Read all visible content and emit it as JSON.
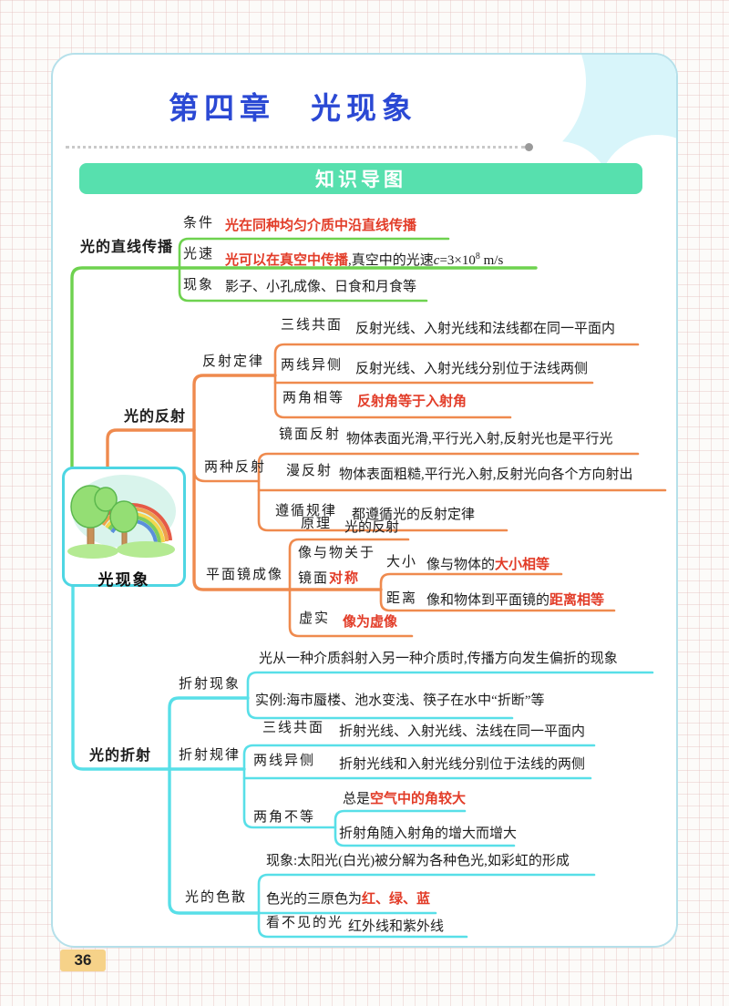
{
  "page": {
    "title": "第四章　光现象",
    "banner": "知识导图",
    "page_number": "36"
  },
  "theme": {
    "title-blue": "#2b49d4",
    "banner-green": "#57e0ae",
    "branch-green": "#6ed24f",
    "branch-orange": "#ef8a4e",
    "branch-cyan": "#58dfe8",
    "accent-red": "#e23c28",
    "ink": "#1d1d1d",
    "node-border": "#4ed6e3",
    "card-border": "#b5e0ea",
    "badge-bg": "#f6d289",
    "sky": "#d8f5fa"
  },
  "map": {
    "center": {
      "label": "光现象",
      "illustration": "trees-and-rainbow"
    },
    "b1": {
      "label": "光的直线传播",
      "rows": [
        {
          "label": "条件",
          "runs": [
            {
              "t": "光在同种均匀介质中沿直线传播",
              "c": "red"
            }
          ]
        },
        {
          "label": "光速",
          "runs": [
            {
              "t": "光可以在真空中传播",
              "c": "red"
            },
            {
              "t": ",真空中的光速"
            },
            {
              "t": "c",
              "c": "i"
            },
            {
              "t": "=3×10"
            },
            {
              "t": "8",
              "c": "sup"
            },
            {
              "t": " m/s"
            }
          ]
        },
        {
          "label": "现象",
          "runs": [
            {
              "t": "影子、小孔成像、日食和月食等"
            }
          ]
        }
      ]
    },
    "b2": {
      "label": "光的反射",
      "law": {
        "label": "反射定律",
        "rows": [
          {
            "label": "三线共面",
            "runs": [
              {
                "t": "反射光线、入射光线和法线都在同一平面内"
              }
            ]
          },
          {
            "label": "两线异侧",
            "runs": [
              {
                "t": "反射光线、入射光线分别位于法线两侧"
              }
            ]
          },
          {
            "label": "两角相等",
            "runs": [
              {
                "t": "反射角等于入射角",
                "c": "red"
              }
            ]
          }
        ]
      },
      "two": {
        "label": "两种反射",
        "rows": [
          {
            "label": "镜面反射",
            "runs": [
              {
                "t": "物体表面光滑,平行光入射,反射光也是平行光"
              }
            ]
          },
          {
            "label": "漫反射",
            "runs": [
              {
                "t": "物体表面粗糙,平行光入射,反射光向各个方向射出"
              }
            ]
          },
          {
            "label": "遵循规律",
            "runs": [
              {
                "t": "都遵循光的反射定律"
              }
            ]
          }
        ]
      },
      "mirror": {
        "label": "平面镜成像",
        "principle": {
          "label": "原理",
          "runs": [
            {
              "t": "光的反射"
            }
          ]
        },
        "sym_line1": "像与物关于",
        "sym_line2": [
          {
            "t": "镜面"
          },
          {
            "t": "对称",
            "c": "red"
          }
        ],
        "size": {
          "label": "大小",
          "runs": [
            {
              "t": "像与物体的"
            },
            {
              "t": "大小相等",
              "c": "red"
            }
          ]
        },
        "dist": {
          "label": "距离",
          "runs": [
            {
              "t": "像和物体到平面镜的"
            },
            {
              "t": "距离相等",
              "c": "red"
            }
          ]
        },
        "virt": {
          "label": "虚实",
          "runs": [
            {
              "t": "像为虚像",
              "c": "red"
            }
          ]
        }
      }
    },
    "b3": {
      "label": "光的折射",
      "phen": {
        "label": "折射现象",
        "c1": [
          {
            "t": "光从一种介质斜射入另一种介质时,传播方向发生偏折的现象"
          }
        ],
        "c2": [
          {
            "t": "实例:海市蜃楼、池水变浅、筷子在水中“折断”等"
          }
        ]
      },
      "rule": {
        "label": "折射规律",
        "rows": [
          {
            "label": "三线共面",
            "runs": [
              {
                "t": "折射光线、入射光线、法线在同一平面内"
              }
            ]
          },
          {
            "label": "两线异侧",
            "runs": [
              {
                "t": "折射光线和入射光线分别位于法线的两侧"
              }
            ]
          }
        ],
        "angles": {
          "label": "两角不等",
          "c1": [
            {
              "t": "总是"
            },
            {
              "t": "空气中的角较大",
              "c": "red"
            }
          ],
          "c2": [
            {
              "t": "折射角随入射角的增大而增大"
            }
          ]
        }
      }
    },
    "b4": {
      "label": "光的色散",
      "c1": [
        {
          "t": "现象:太阳光(白光)被分解为各种色光,如彩虹的形成"
        }
      ],
      "c2": [
        {
          "t": "色光的三原色为"
        },
        {
          "t": "红、绿、蓝",
          "c": "red"
        }
      ],
      "invisible": {
        "label": "看不见的光",
        "runs": [
          {
            "t": "红外线和紫外线"
          }
        ]
      }
    }
  }
}
